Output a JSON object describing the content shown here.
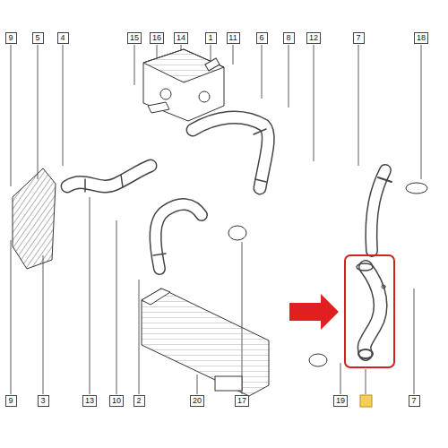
{
  "diagram": {
    "nodes": [
      {
        "text": [
          "9"
        ]
      },
      {
        "text": [
          "5"
        ]
      },
      {
        "text": [
          "4"
        ]
      },
      {
        "text": [
          "15"
        ]
      },
      {
        "text": [
          "16"
        ]
      },
      {
        "text": [
          "14"
        ]
      },
      {
        "text": [
          "1"
        ]
      },
      {
        "text": [
          "11"
        ]
      },
      {
        "text": [
          "6"
        ]
      },
      {
        "text": [
          "8"
        ]
      },
      {
        "text": [
          "12"
        ]
      },
      {
        "text": [
          "7"
        ]
      },
      {
        "text": [
          "18"
        ]
      },
      {
        "text": [
          "9"
        ]
      },
      {
        "text": [
          "3"
        ]
      },
      {
        "text": [
          "13"
        ]
      },
      {
        "text": [
          "10"
        ]
      },
      {
        "text": [
          "2"
        ]
      },
      {
        "text": [
          "20"
        ]
      },
      {
        "text": [
          "17"
        ]
      },
      {
        "text": [
          "19"
        ]
      },
      {
        "text": [
          "7"
        ]
      }
    ]
  }
}
